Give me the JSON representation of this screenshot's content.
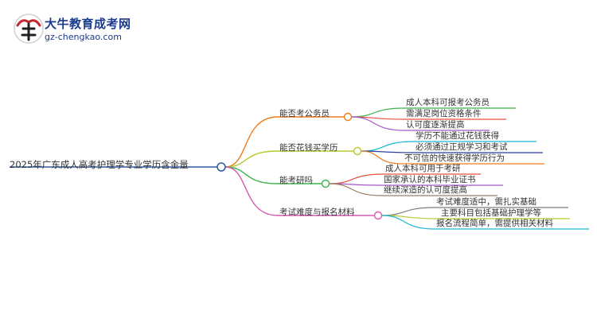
{
  "logo": {
    "title": "大牛教育成考网",
    "url": "gz-chengkao.com"
  },
  "mindmap": {
    "root": "2025年广东成人高考护理学专业学历含金量",
    "branches": [
      {
        "label": "能否考公务员",
        "color": "#f07c1c",
        "children": [
          {
            "label": "成人本科可报考公务员",
            "color": "#3bb44a"
          },
          {
            "label": "需满足岗位资格条件",
            "color": "#e8503c"
          },
          {
            "label": "认可度逐渐提高",
            "color": "#a257c7"
          }
        ]
      },
      {
        "label": "能否花钱买学历",
        "color": "#b9c92c",
        "children": [
          {
            "label": "学历不能通过花钱获得",
            "color": "#17b6d4"
          },
          {
            "label": "必须通过正规学习和考试",
            "color": "#2c3f9c"
          },
          {
            "label": "不可信的快速获得学历行为",
            "color": "#f07c1c"
          }
        ]
      },
      {
        "label": "能考研吗",
        "color": "#3bb44a",
        "children": [
          {
            "label": "成人本科可用于考研",
            "color": "#e8503c"
          },
          {
            "label": "国家承认的本科毕业证书",
            "color": "#a257c7"
          },
          {
            "label": "继续深造的认可度提高",
            "color": "#9a7c63"
          }
        ]
      },
      {
        "label": "考试难度与报名材料",
        "color": "#d957b3",
        "children": [
          {
            "label": "考试难度适中，需扎实基础",
            "color": "#7d7d7d"
          },
          {
            "label": "主要科目包括基础护理学等",
            "color": "#b9c92c"
          },
          {
            "label": "报名流程简单，需提供相关材料",
            "color": "#17b6d4"
          }
        ]
      }
    ]
  }
}
